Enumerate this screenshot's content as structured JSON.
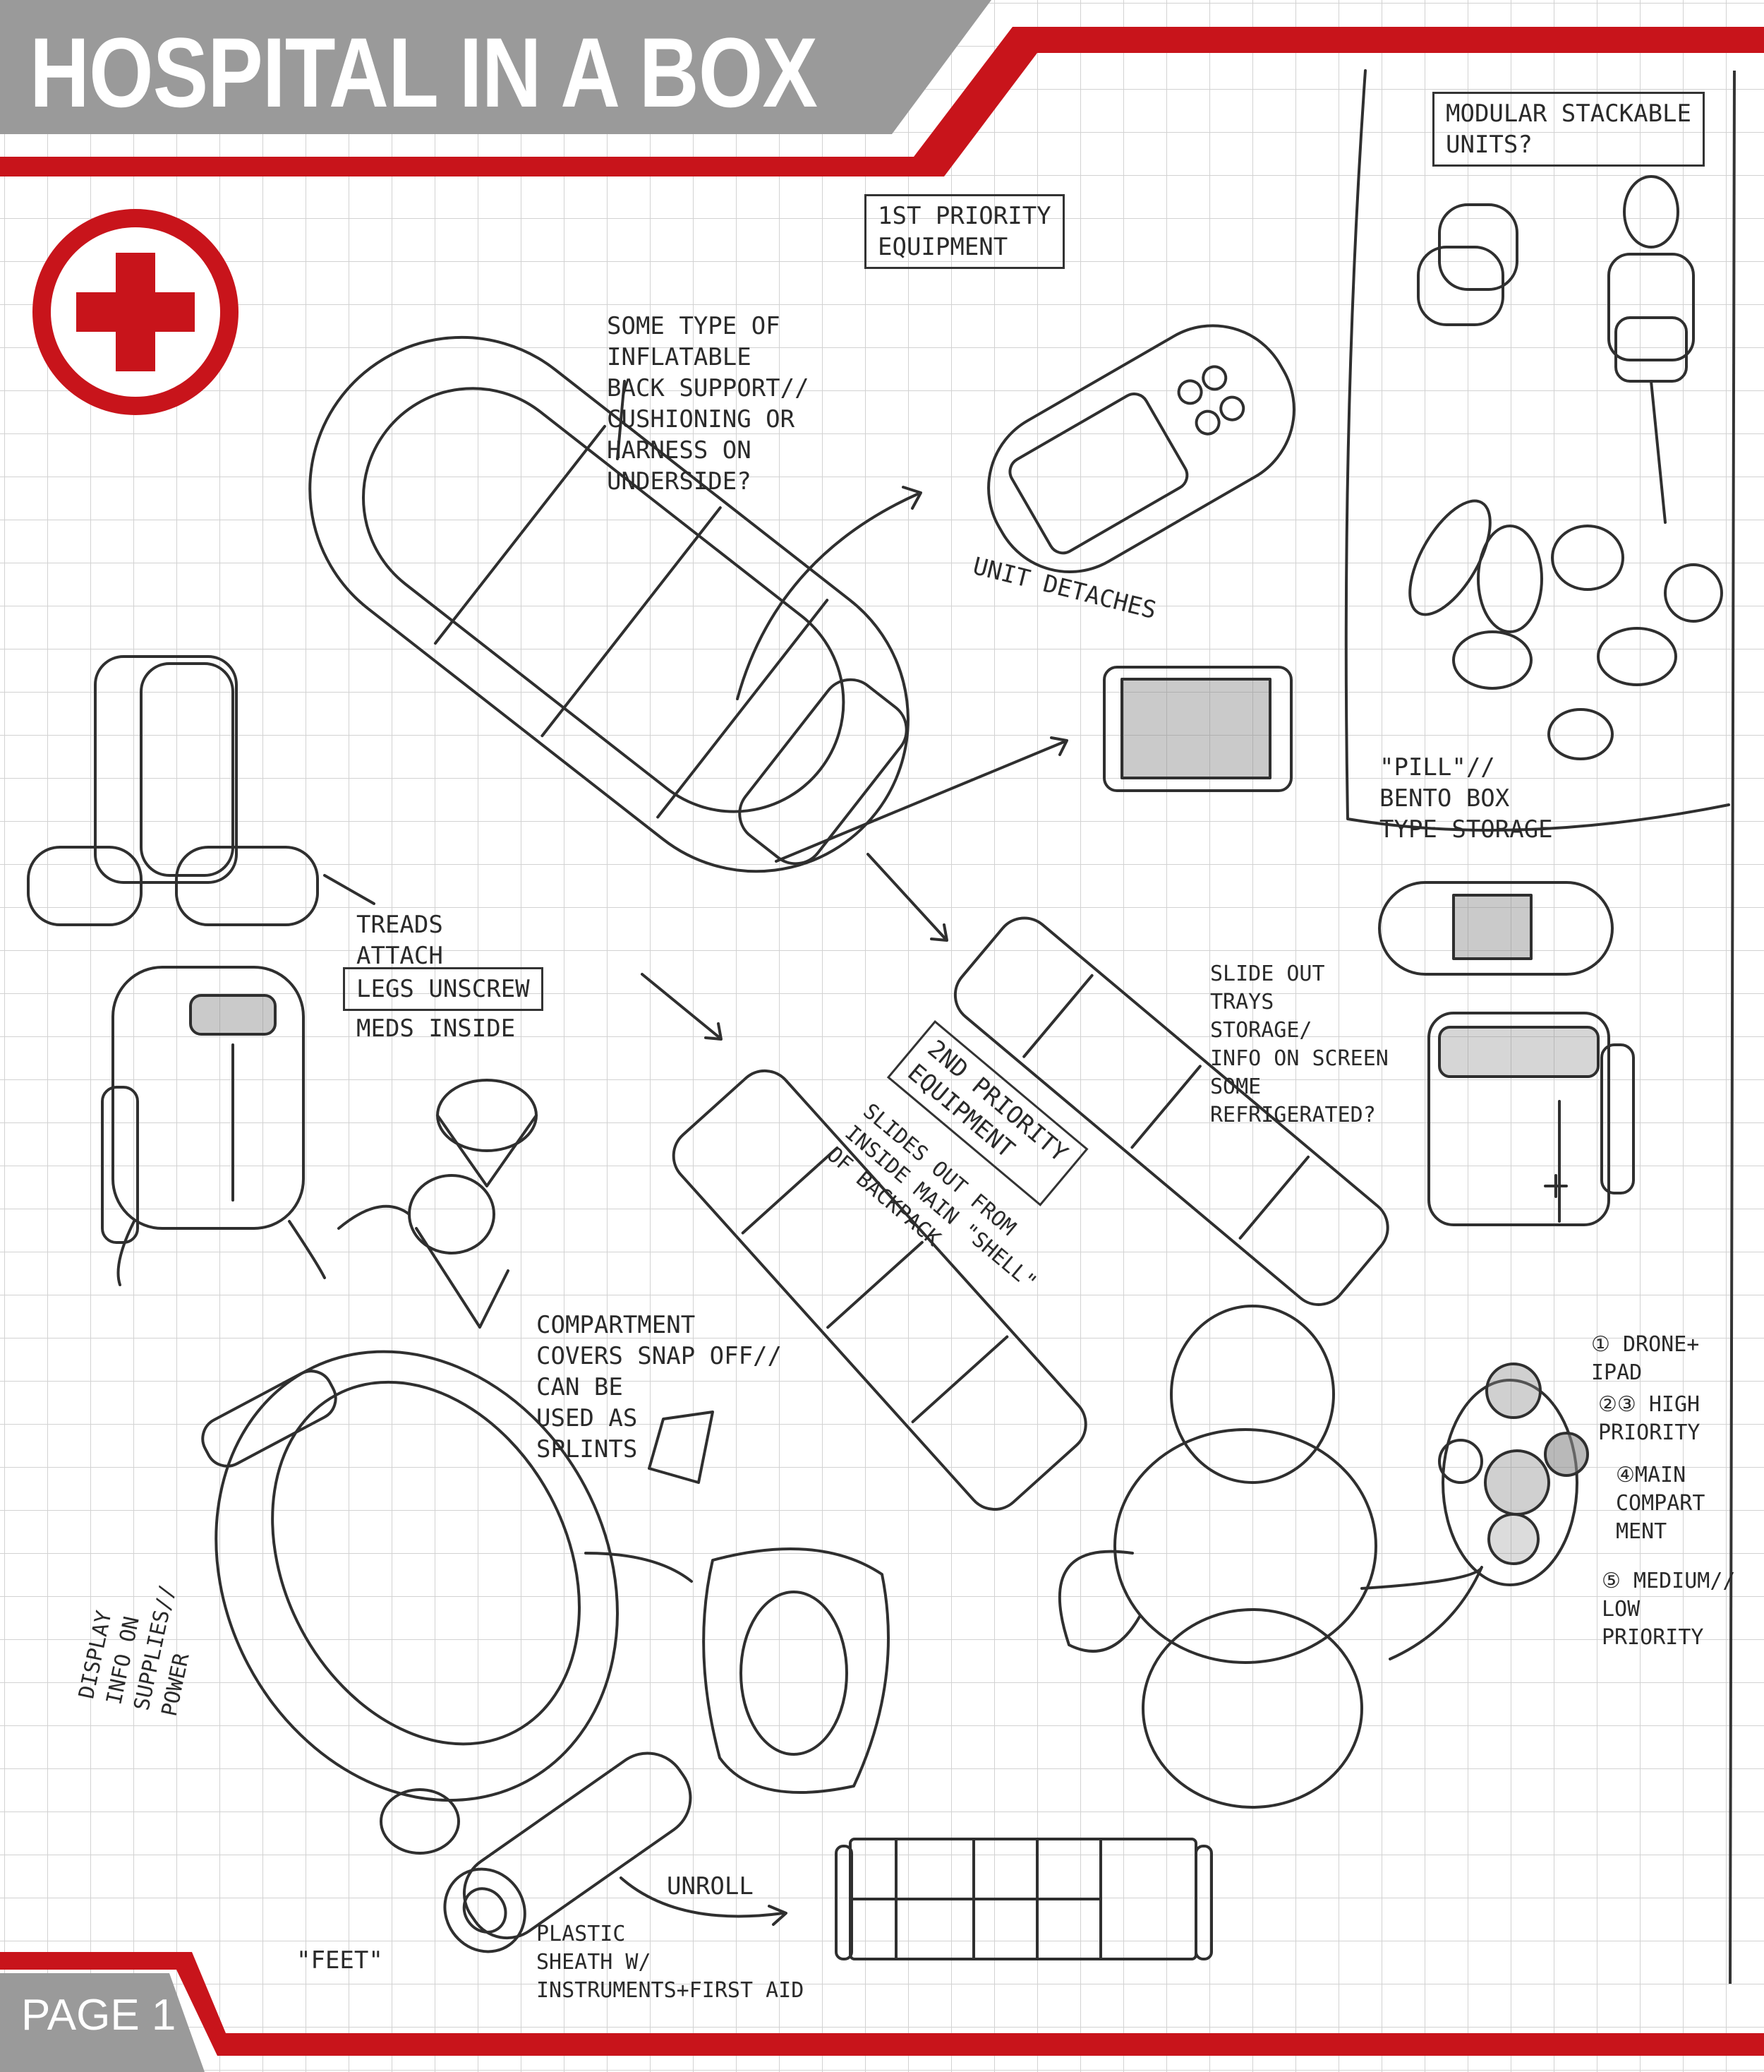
{
  "header": {
    "title": "HOSPITAL IN A BOX"
  },
  "footer": {
    "page_label": "PAGE 1"
  },
  "colors": {
    "brand_red": "#c8141b",
    "header_gray": "#9a9a9a",
    "grid": "#d2d2d2",
    "ink": "#2a2a2a"
  },
  "logo": {
    "icon": "red-cross-icon"
  },
  "notes": {
    "modular": "MODULAR STACKABLE\nUNITS?",
    "first_priority": "1ST PRIORITY\nEQUIPMENT",
    "back_support": "SOME TYPE OF\nINFLATABLE\nBACK SUPPORT//\nCUSHIONING OR\nHARNESS ON\nUNDERSIDE?",
    "unit_detaches": "UNIT DETACHES",
    "pill": "\"PILL\"//\nBENTO BOX\nTYPE STORAGE",
    "treads": "TREADS\nATTACH",
    "legs_unscrew": "LEGS UNSCREW",
    "meds_inside": "MEDS INSIDE",
    "slide_out": "SLIDE OUT\nTRAYS\nSTORAGE/\nINFO ON SCREEN\nSOME\nREFRIGERATED?",
    "second_priority": "2ND PRIORITY\nEQUIPMENT",
    "slides_out": "SLIDES OUT FROM\nINSIDE MAIN \"SHELL\"\nOF BACKPACK",
    "compartment": "COMPARTMENT\nCOVERS SNAP OFF//\nCAN BE\nUSED AS\nSPLINTS",
    "legend_1": "① DRONE+\nIPAD",
    "legend_23": "②③ HIGH\nPRIORITY",
    "legend_4": "④MAIN\nCOMPART\nMENT",
    "legend_5": "⑤ MEDIUM//\nLOW\nPRIORITY",
    "display_info": "DISPLAY\nINFO ON\nSUPPLIES//\nPOWER",
    "unroll": "UNROLL",
    "plastic_sheath": "PLASTIC\nSHEATH W/\nINSTRUMENTS+FIRST AID",
    "feet": "\"FEET\""
  }
}
